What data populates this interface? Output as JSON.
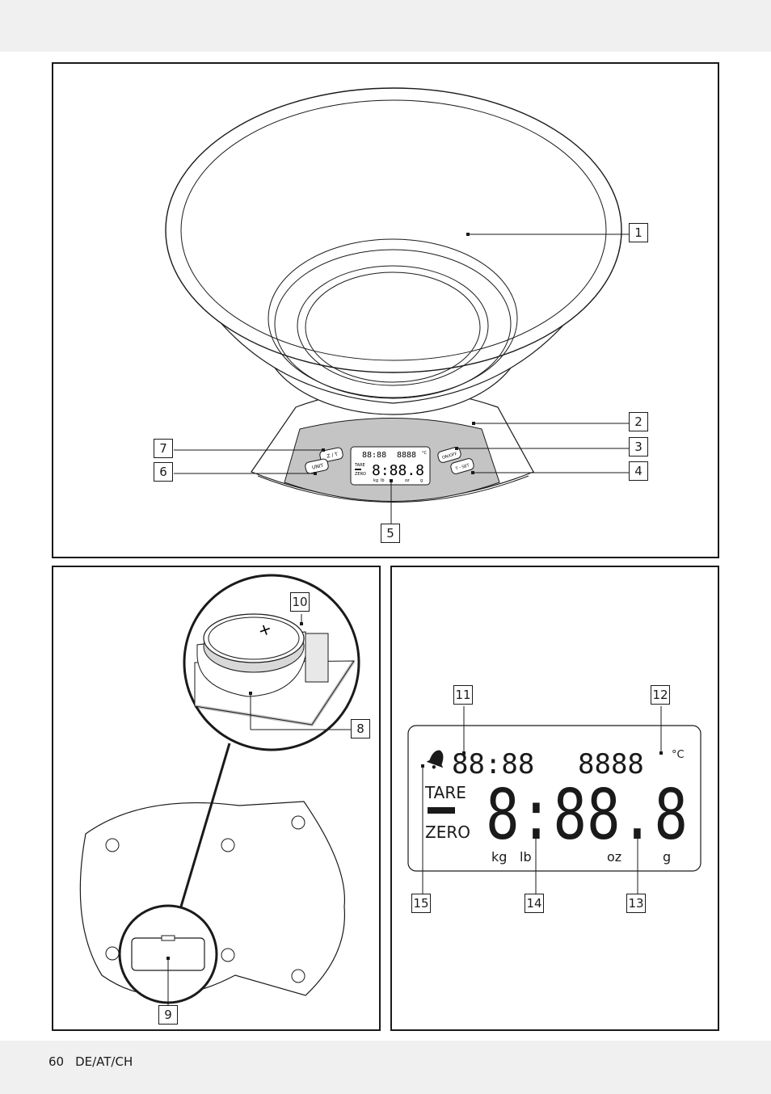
{
  "footer": {
    "page_number": "60",
    "locale": "DE/AT/CH"
  },
  "callouts": {
    "c1": "1",
    "c2": "2",
    "c3": "3",
    "c4": "4",
    "c5": "5",
    "c6": "6",
    "c7": "7",
    "c8": "8",
    "c9": "9",
    "c10": "10",
    "c11": "11",
    "c12": "12",
    "c13": "13",
    "c14": "14",
    "c15": "15"
  },
  "scale": {
    "btn_zt": "Z / T",
    "btn_unit": "UNIT",
    "btn_onoff": "ON/OFF",
    "btn_tset": "T - SET",
    "mini_display": {
      "top_left": "88:88",
      "top_right": "8888",
      "main": "8:88.8",
      "tare": "TARE",
      "zero": "ZERO",
      "kg": "kg",
      "lb": "lb",
      "oz": "oz",
      "g": "g",
      "deg": "°C"
    }
  },
  "display": {
    "timer_digits": "88:88",
    "temp_digits": "8888",
    "celsius": "°C",
    "main_digits": "8:88.8",
    "tare": "TARE",
    "zero": "ZERO",
    "unit_kg": "kg",
    "unit_lb": "lb",
    "unit_oz": "oz",
    "unit_g": "g"
  },
  "colors": {
    "ink": "#1a1a1a",
    "panel_grey": "#c4c4c4",
    "band": "#f0f0f0"
  }
}
